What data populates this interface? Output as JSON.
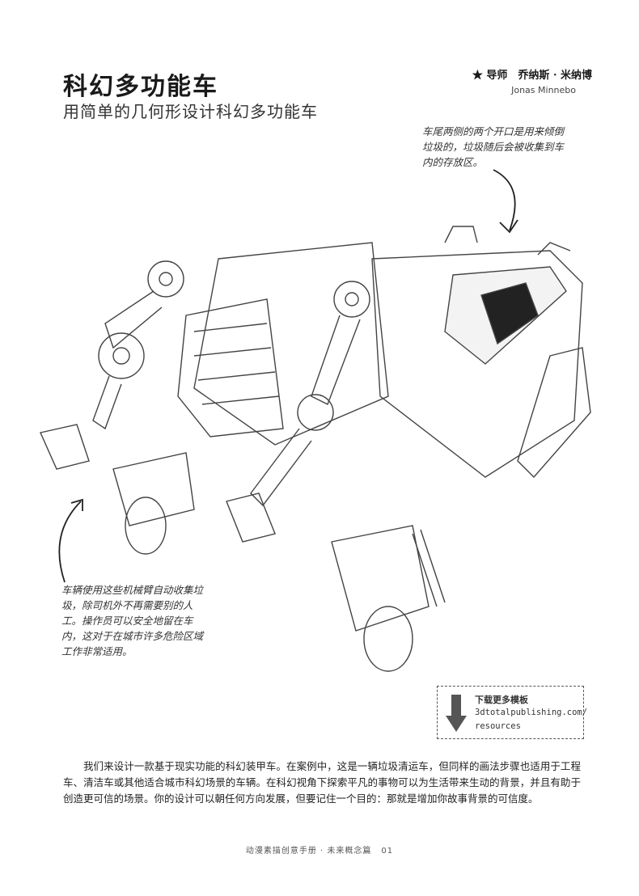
{
  "header": {
    "title": "科幻多功能车",
    "subtitle": "用简单的几何形设计科幻多功能车",
    "mentor_cn": "★ 导师　乔纳斯 · 米纳博",
    "mentor_en": "Jonas Minnebo"
  },
  "notes": {
    "top_right": "车尾两侧的两个开口是用来倾倒垃圾的，垃圾随后会被收集到车内的存放区。",
    "left": "车辆使用这些机械臂自动收集垃圾，除司机外不再需要别的人工。操作员可以安全地留在车内，这对于在城市许多危险区域工作非常适用。"
  },
  "download": {
    "label": "下载更多模板",
    "url_line1": "3dtotalpublishing.com/",
    "url_line2": "resources"
  },
  "body_text": "我们来设计一款基于现实功能的科幻装甲车。在案例中，这是一辆垃圾清运车，但同样的画法步骤也适用于工程车、清洁车或其他适合城市科幻场景的车辆。在科幻视角下探索平凡的事物可以为生活带来生动的背景，并且有助于创造更可信的场景。你的设计可以朝任何方向发展，但要记住一个目的：那就是增加你故事背景的可信度。",
  "footer": {
    "book": "动漫素描创意手册 · 未来概念篇",
    "page": "01"
  }
}
